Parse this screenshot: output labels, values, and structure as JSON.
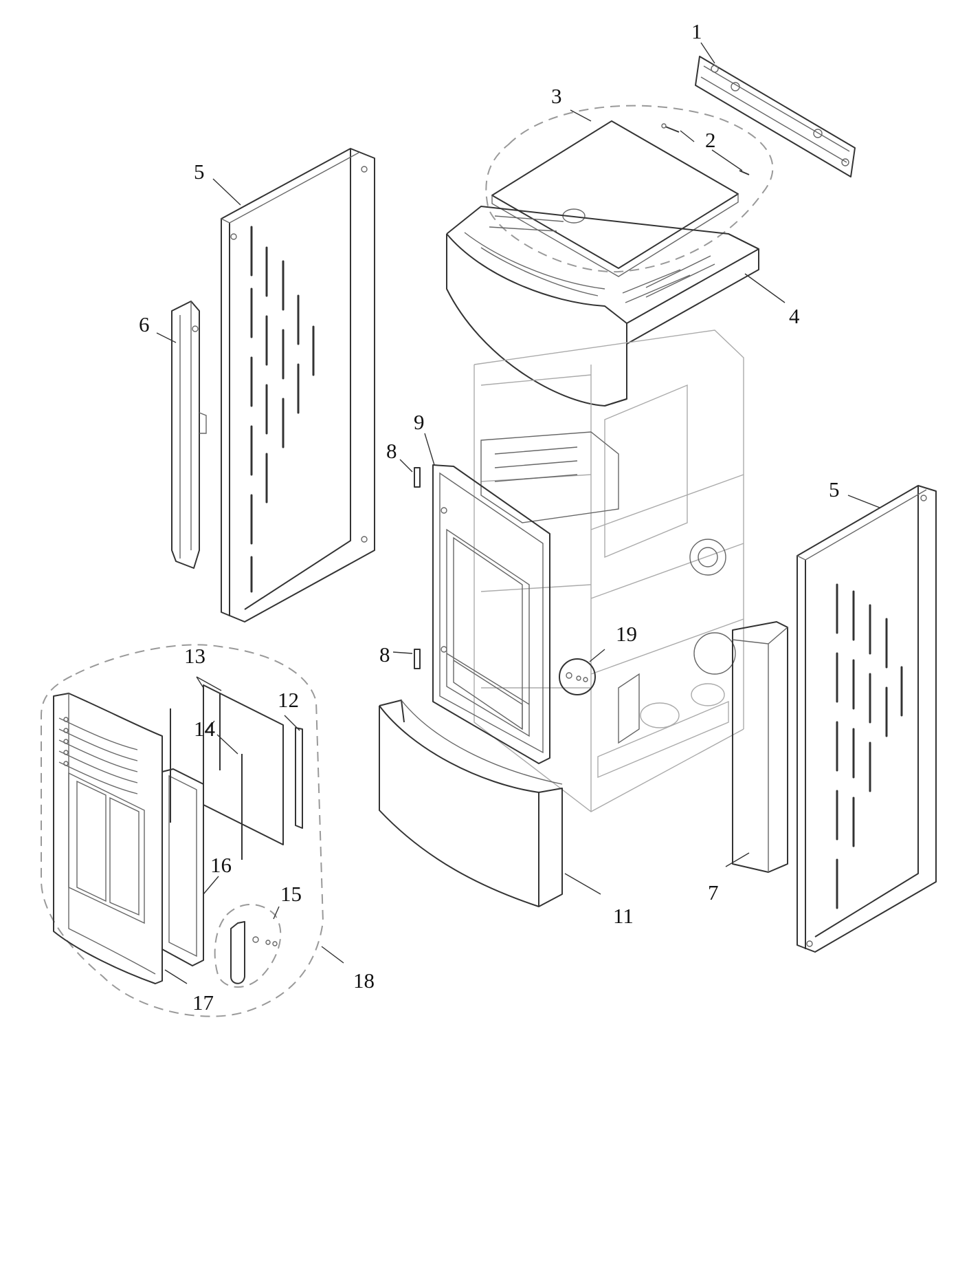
{
  "callouts": [
    {
      "key": "c1",
      "text": "1"
    },
    {
      "key": "c2",
      "text": "2"
    },
    {
      "key": "c3",
      "text": "3"
    },
    {
      "key": "c4",
      "text": "4"
    },
    {
      "key": "c5a",
      "text": "5"
    },
    {
      "key": "c5b",
      "text": "5"
    },
    {
      "key": "c6",
      "text": "6"
    },
    {
      "key": "c7",
      "text": "7"
    },
    {
      "key": "c8a",
      "text": "8"
    },
    {
      "key": "c8b",
      "text": "8"
    },
    {
      "key": "c9",
      "text": "9"
    },
    {
      "key": "c11",
      "text": "11"
    },
    {
      "key": "c12",
      "text": "12"
    },
    {
      "key": "c13",
      "text": "13"
    },
    {
      "key": "c14",
      "text": "14"
    },
    {
      "key": "c15",
      "text": "15"
    },
    {
      "key": "c16",
      "text": "16"
    },
    {
      "key": "c17",
      "text": "17"
    },
    {
      "key": "c18",
      "text": "18"
    },
    {
      "key": "c19",
      "text": "19"
    }
  ]
}
